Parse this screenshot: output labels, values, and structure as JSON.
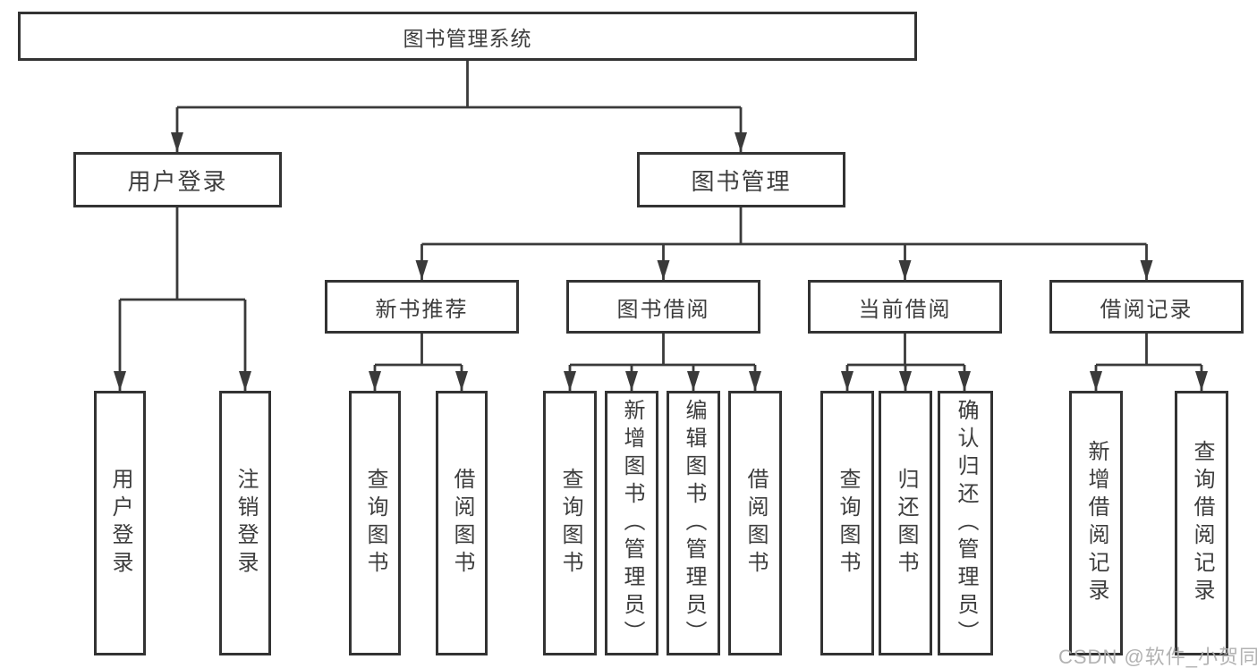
{
  "diagram": {
    "root": {
      "label": "图书管理系统"
    },
    "branches": [
      {
        "label": "用户登录",
        "leaves": [
          "用户登录",
          "注销登录"
        ]
      },
      {
        "label": "图书管理",
        "groups": [
          {
            "label": "新书推荐",
            "leaves": [
              "查询图书",
              "借阅图书"
            ]
          },
          {
            "label": "图书借阅",
            "leaves": [
              "查询图书",
              "新增图书（管理员）",
              "编辑图书（管理员）",
              "借阅图书"
            ]
          },
          {
            "label": "当前借阅",
            "leaves": [
              "查询图书",
              "归还图书",
              "确认归还（管理员）"
            ]
          },
          {
            "label": "借阅记录",
            "leaves": [
              "新增借阅记录",
              "查询借阅记录"
            ]
          }
        ]
      }
    ]
  },
  "watermark": {
    "text": "CSDN @软件_小贺同学"
  },
  "colors": {
    "line": "#3a3a3a",
    "box_border": "#333333",
    "box_fill": "#ffffff",
    "text": "#3d3d3d",
    "watermark": "#aeaeae"
  }
}
